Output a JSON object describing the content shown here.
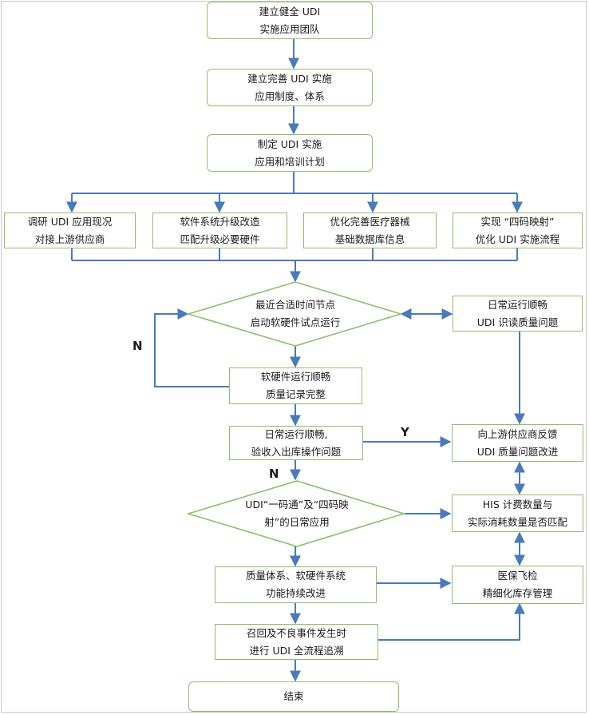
{
  "colors": {
    "arrow": "#4a7ab8",
    "box_border": "#8cbf6a"
  },
  "steps": {
    "team": [
      "建立健全 UDI",
      "实施应用团队"
    ],
    "system": [
      "建立完善 UDI 实施",
      "应用制度、体系"
    ],
    "plan": [
      "制定 UDI 实施",
      "应用和培训计划"
    ],
    "research": [
      "调研 UDI 应用现况",
      "对接上游供应商"
    ],
    "software": [
      "软件系统升级改造",
      "匹配升级必要硬件"
    ],
    "database": [
      "优化完善医疗器械",
      "基础数据库信息"
    ],
    "mapping": [
      "实现 “四码映射”",
      "优化 UDI 实施流程"
    ],
    "pilot_decision": [
      "最近合适时间节点",
      "启动软硬件试点运行"
    ],
    "daily_quality": [
      "日常运行顺畅",
      "UDI 识读质量问题"
    ],
    "pilot_check": [
      "软硬件运行顺畅",
      "质量记录完整"
    ],
    "daily_inout": [
      "日常运行顺畅,",
      "验收入出库操作问题"
    ],
    "feedback": [
      "向上游供应商反馈",
      "UDI 质量问题改进"
    ],
    "one_code_decision": [
      "UDI“一码通”及“四码映",
      "射”的日常应用"
    ],
    "his_match": [
      "HIS 计费数量与",
      "实际消耗数量是否匹配"
    ],
    "improve": [
      "质量体系、软硬件系统",
      "功能持续改进"
    ],
    "inspection": [
      "医保飞检",
      "精细化库存管理"
    ],
    "recall": [
      "召回及不良事件发生时",
      "进行 UDI 全流程追溯"
    ],
    "end": [
      "结束"
    ]
  },
  "branch_labels": {
    "no_loop": "N",
    "yes_feedback": "Y",
    "no_down": "N"
  }
}
